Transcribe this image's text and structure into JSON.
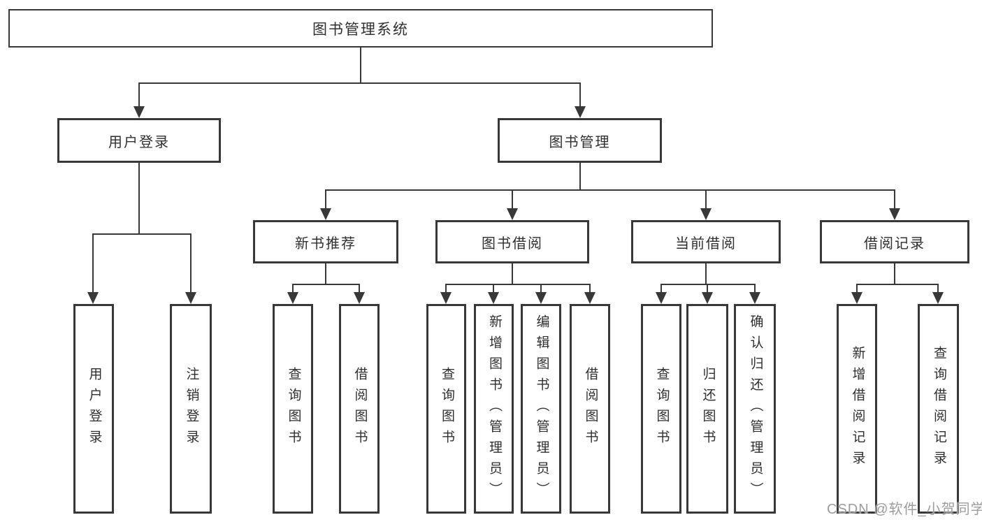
{
  "diagram": {
    "type": "tree-structure-chart",
    "background_color": "#ffffff",
    "line_color": "#383838",
    "text_color": "#2f2f2f",
    "watermark": {
      "text": "CSDN @软件_小贺同学",
      "color": "#9c9c9c"
    },
    "root": {
      "label": "图书管理系统"
    },
    "level2": {
      "user_login": {
        "label": "用户登录"
      },
      "book_management": {
        "label": "图书管理"
      }
    },
    "level3": {
      "new_book_recommend": {
        "label": "新书推荐"
      },
      "book_borrowing": {
        "label": "图书借阅"
      },
      "current_borrowing": {
        "label": "当前借阅"
      },
      "borrowing_records": {
        "label": "借阅记录"
      }
    },
    "leaves": {
      "user_login": {
        "label": "用户登录",
        "parent": "用户登录"
      },
      "logout": {
        "label": "注销登录",
        "parent": "用户登录"
      },
      "rec_query_books": {
        "label": "查询图书",
        "parent": "新书推荐"
      },
      "rec_borrow_books": {
        "label": "借阅图书",
        "parent": "新书推荐"
      },
      "bb_query_books": {
        "label": "查询图书",
        "parent": "图书借阅"
      },
      "bb_add_books_admin": {
        "label": "新增图书（管理员）",
        "parent": "图书借阅"
      },
      "bb_edit_books_admin": {
        "label": "编辑图书（管理员）",
        "parent": "图书借阅"
      },
      "bb_borrow_books": {
        "label": "借阅图书",
        "parent": "图书借阅"
      },
      "cb_query_books": {
        "label": "查询图书",
        "parent": "当前借阅"
      },
      "cb_return_books": {
        "label": "归还图书",
        "parent": "当前借阅"
      },
      "cb_confirm_return_admin": {
        "label": "确认归还（管理员）",
        "parent": "当前借阅"
      },
      "br_add_record": {
        "label": "新增借阅记录",
        "parent": "借阅记录"
      },
      "br_query_record": {
        "label": "查询借阅记录",
        "parent": "借阅记录"
      }
    }
  }
}
